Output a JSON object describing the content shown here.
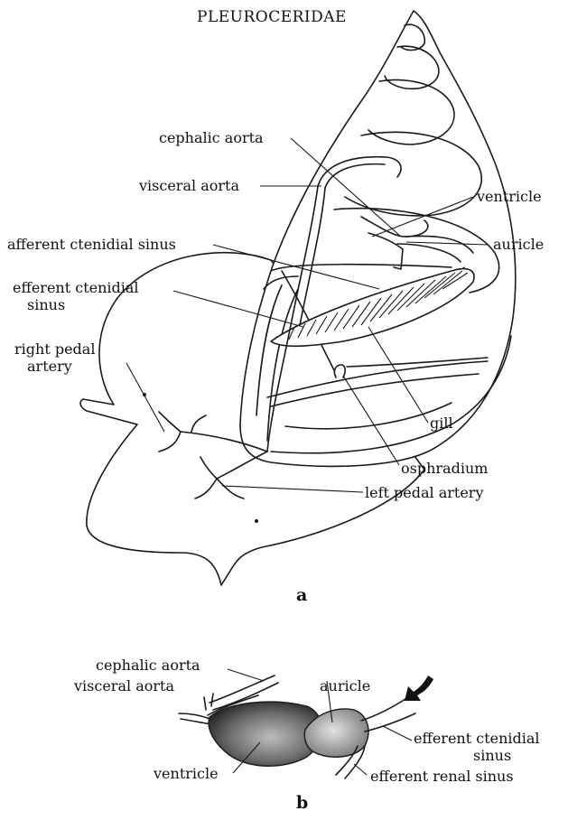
{
  "title": "PLEUROCERIDAE",
  "panel_a": {
    "label": "a",
    "labels": {
      "cephalic_aorta": "cephalic aorta",
      "visceral_aorta": "visceral aorta",
      "ventricle": "ventricle",
      "auricle": "auricle",
      "afferent_ctenidial_sinus": "afferent ctenidial sinus",
      "efferent_ctenidial_sinus_l1": "efferent ctenidial",
      "efferent_ctenidial_sinus_l2": "sinus",
      "right_pedal_artery_l1": "right pedal",
      "right_pedal_artery_l2": "artery",
      "gill": "gill",
      "osphradium": "osphradium",
      "left_pedal_artery": "left pedal artery"
    }
  },
  "panel_b": {
    "label": "b",
    "labels": {
      "cephalic_aorta": "cephalic aorta",
      "visceral_aorta": "visceral aorta",
      "auricle": "auricle",
      "efferent_ctenidial_sinus_l1": "efferent ctenidial",
      "efferent_ctenidial_sinus_l2": "sinus",
      "ventricle": "ventricle",
      "efferent_renal_sinus": "efferent renal sinus"
    }
  }
}
